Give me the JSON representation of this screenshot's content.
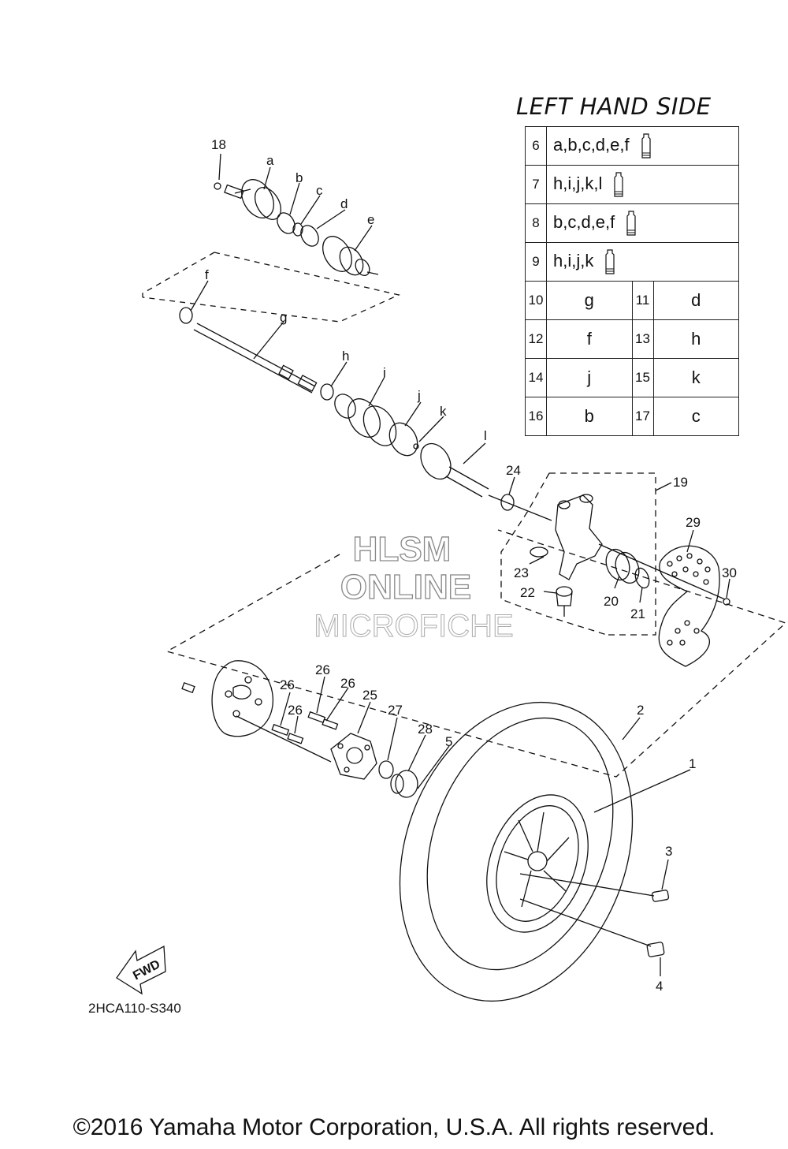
{
  "table": {
    "title": "LEFT HAND SIDE",
    "rows_single": [
      {
        "num": "6",
        "parts": "a,b,c,d,e,f"
      },
      {
        "num": "7",
        "parts": "h,i,j,k,l"
      },
      {
        "num": "8",
        "parts": "b,c,d,e,f"
      },
      {
        "num": "9",
        "parts": "h,i,j,k"
      }
    ],
    "rows_pairs": [
      {
        "n1": "10",
        "v1": "g",
        "n2": "11",
        "v2": "d"
      },
      {
        "n1": "12",
        "v1": "f",
        "n2": "13",
        "v2": "h"
      },
      {
        "n1": "14",
        "v1": "j",
        "n2": "15",
        "v2": "k"
      },
      {
        "n1": "16",
        "v1": "b",
        "n2": "17",
        "v2": "c"
      }
    ]
  },
  "callouts": {
    "c18": "18",
    "ca": "a",
    "cb": "b",
    "cc": "c",
    "cd": "d",
    "ce": "e",
    "cf": "f",
    "cg": "g",
    "ch": "h",
    "ci": "i",
    "cj": "j",
    "ck": "k",
    "cl": "l",
    "c24": "24",
    "c19": "19",
    "c29": "29",
    "c30": "30",
    "c23": "23",
    "c22": "22",
    "c20": "20",
    "c21": "21",
    "c26a": "26",
    "c26b": "26",
    "c26c": "26",
    "c26d": "26",
    "c25": "25",
    "c27": "27",
    "c28": "28",
    "c5": "5",
    "c2": "2",
    "c1": "1",
    "c3": "3",
    "c4": "4"
  },
  "watermark": {
    "line1": "HLSM",
    "line2": "ONLINE",
    "line3": "MICROFICHE"
  },
  "fwd_label": "FWD",
  "diagram_code": "2HCA110-S340",
  "copyright": "©2016 Yamaha Motor Corporation, U.S.A. All rights reserved."
}
